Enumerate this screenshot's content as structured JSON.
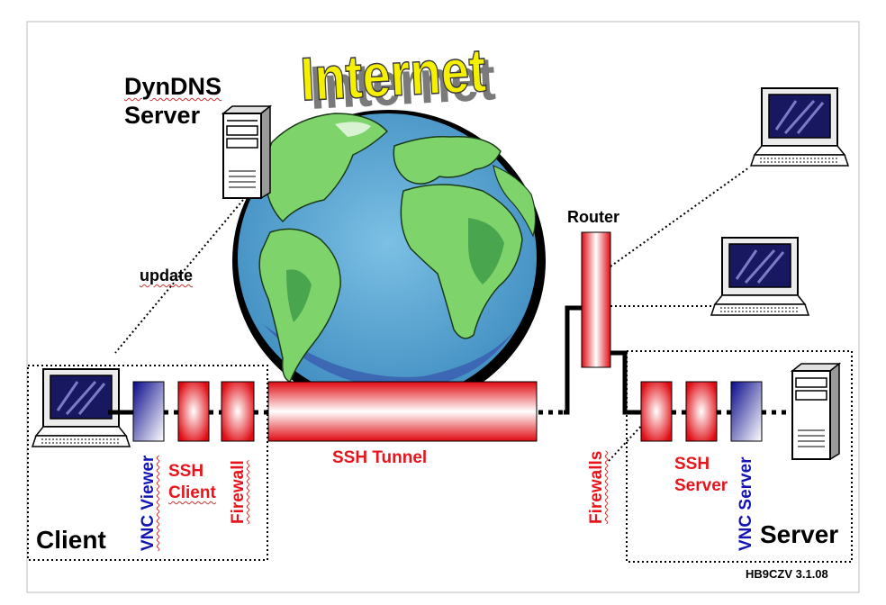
{
  "diagram": {
    "title": "Internet",
    "dyndns_server": {
      "line1": "DynDNS",
      "line2": "Server"
    },
    "update_label": "update",
    "router_label": "Router",
    "client_label": "Client",
    "server_label": "Server",
    "vnc_viewer_label": "VNC Viewer",
    "ssh_client_label": {
      "line1": "SSH",
      "line2": "Client"
    },
    "firewall_label": "Firewall",
    "ssh_tunnel_label": "SSH Tunnel",
    "firewalls_label": "Firewalls",
    "ssh_server_label": {
      "line1": "SSH",
      "line2": "Server"
    },
    "vnc_server_label": "VNC Server",
    "credit": "HB9CZV 3.1.08"
  },
  "colors": {
    "red": "#e8141c",
    "blue_text": "#1414b4",
    "yellow": "#f5f000",
    "ocean": "#5aa8d2",
    "land": "#7ed36a"
  },
  "icons": [
    "laptop-icon",
    "tower-server-icon",
    "globe-icon"
  ]
}
